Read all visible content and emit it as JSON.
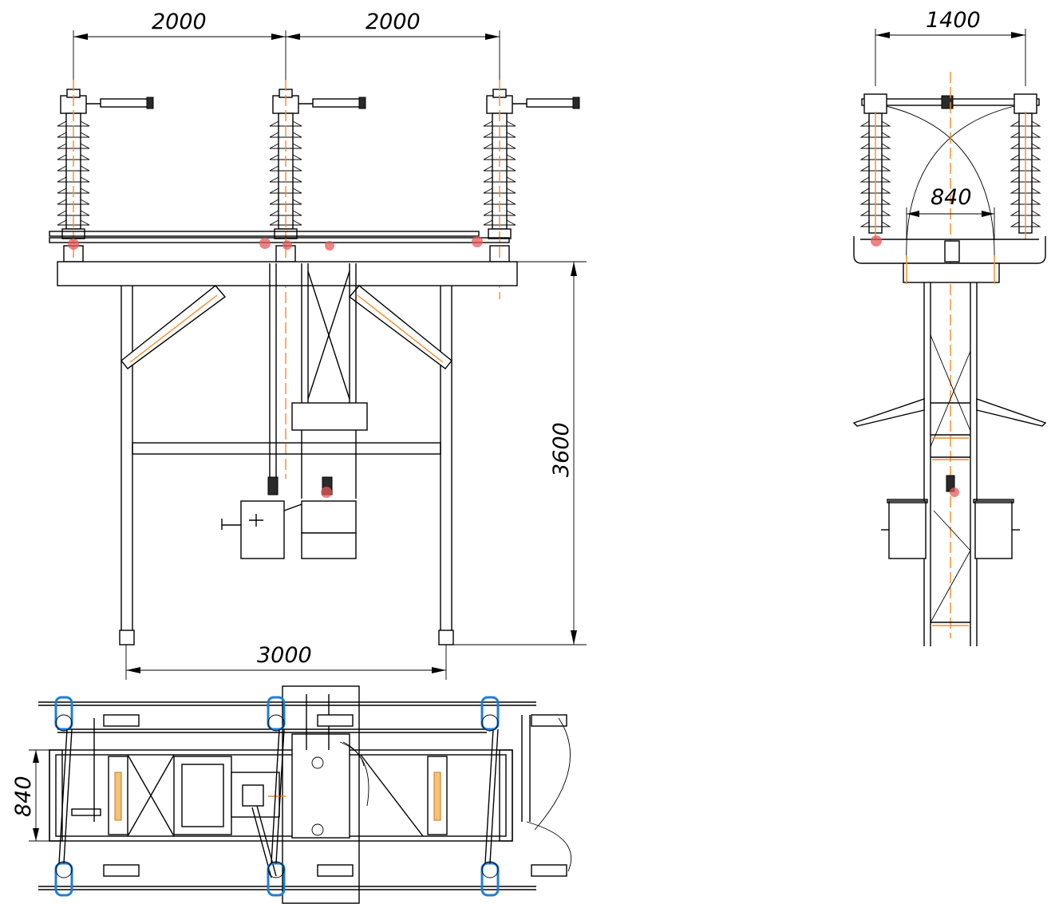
{
  "dimensions": {
    "front_span_left": "2000",
    "front_span_right": "2000",
    "front_height": "3600",
    "front_base": "3000",
    "side_width": "1400",
    "side_phase": "840",
    "plan_depth": "840"
  },
  "colors": {
    "line": "#000000",
    "axis": "#f28c28",
    "highlight": "#e85a5a",
    "insulator_plan": "#1e7fd8"
  }
}
